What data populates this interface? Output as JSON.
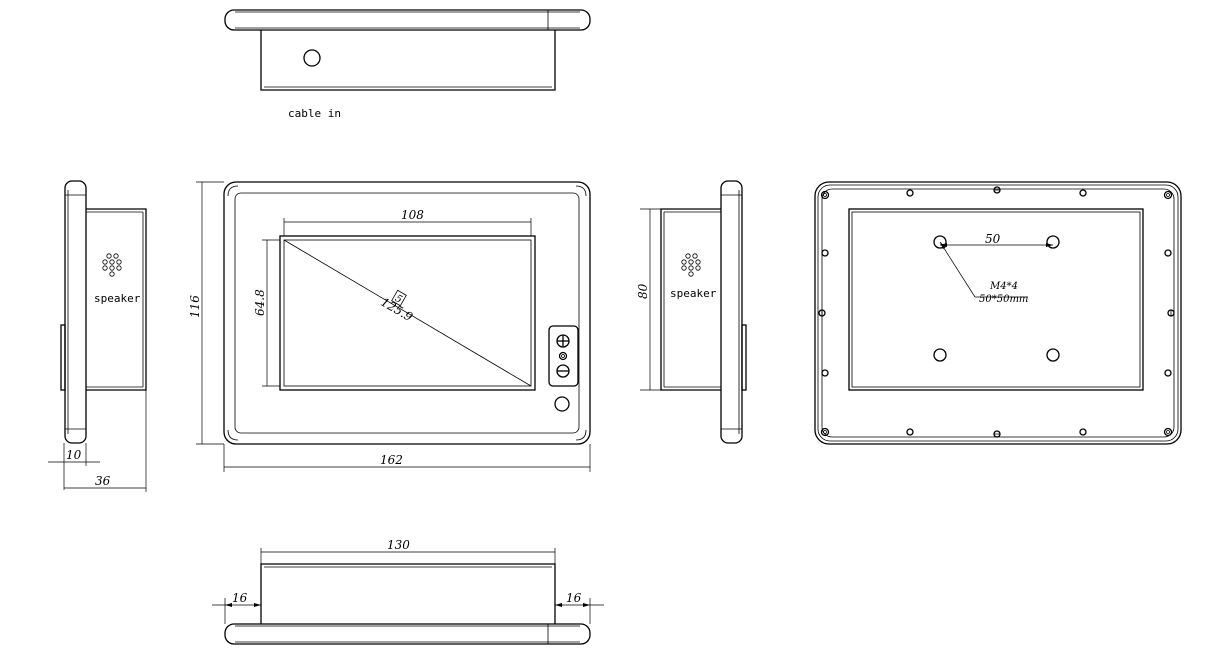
{
  "labels": {
    "cable_in": "cable in",
    "speaker_left": "speaker",
    "speaker_right": "speaker",
    "mount_spec_1": "M4*4",
    "mount_spec_2": "50*50mm"
  },
  "dimensions": {
    "screen_width": "108",
    "screen_height": "64.8",
    "diagonal_box": "5",
    "diagonal": "125.9",
    "outer_height": "116",
    "outer_width": "162",
    "bezel_depth": "10",
    "total_depth": "36",
    "body_height": "80",
    "vesa_spacing": "50",
    "body_width": "130",
    "flange_left": "16",
    "flange_right": "16"
  },
  "buttons": {
    "plus_symbol": "+",
    "minus_symbol": "−"
  },
  "colors": {
    "line": "#000000",
    "background": "#ffffff"
  }
}
